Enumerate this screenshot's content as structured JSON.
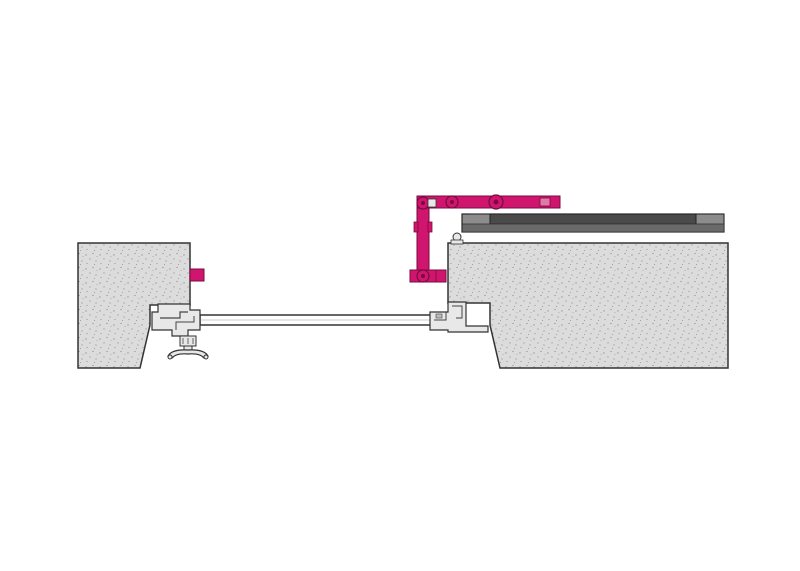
{
  "diagram": {
    "kind": "technical-drawing",
    "description_labels": [],
    "colors": {
      "background": "#ffffff",
      "concrete_fill": "#dcdcdc",
      "concrete_speckle": "#9a9a9a",
      "outline": "#333333",
      "profile_fill": "#e8e8e8",
      "profile_dark": "#444444",
      "door_leaf": "#ffffff",
      "arm_accent": "#d0156e",
      "arm_outline": "#7a0a40",
      "cover_dark": "#4a4a4a",
      "cover_light": "#8c8c8c"
    },
    "icons": [
      "left-wall-section",
      "right-wall-section",
      "door-leaf",
      "door-handle",
      "left-hinge-profile",
      "right-frame-profile",
      "articulated-arm",
      "door-closer-cover",
      "stop-bracket"
    ]
  }
}
